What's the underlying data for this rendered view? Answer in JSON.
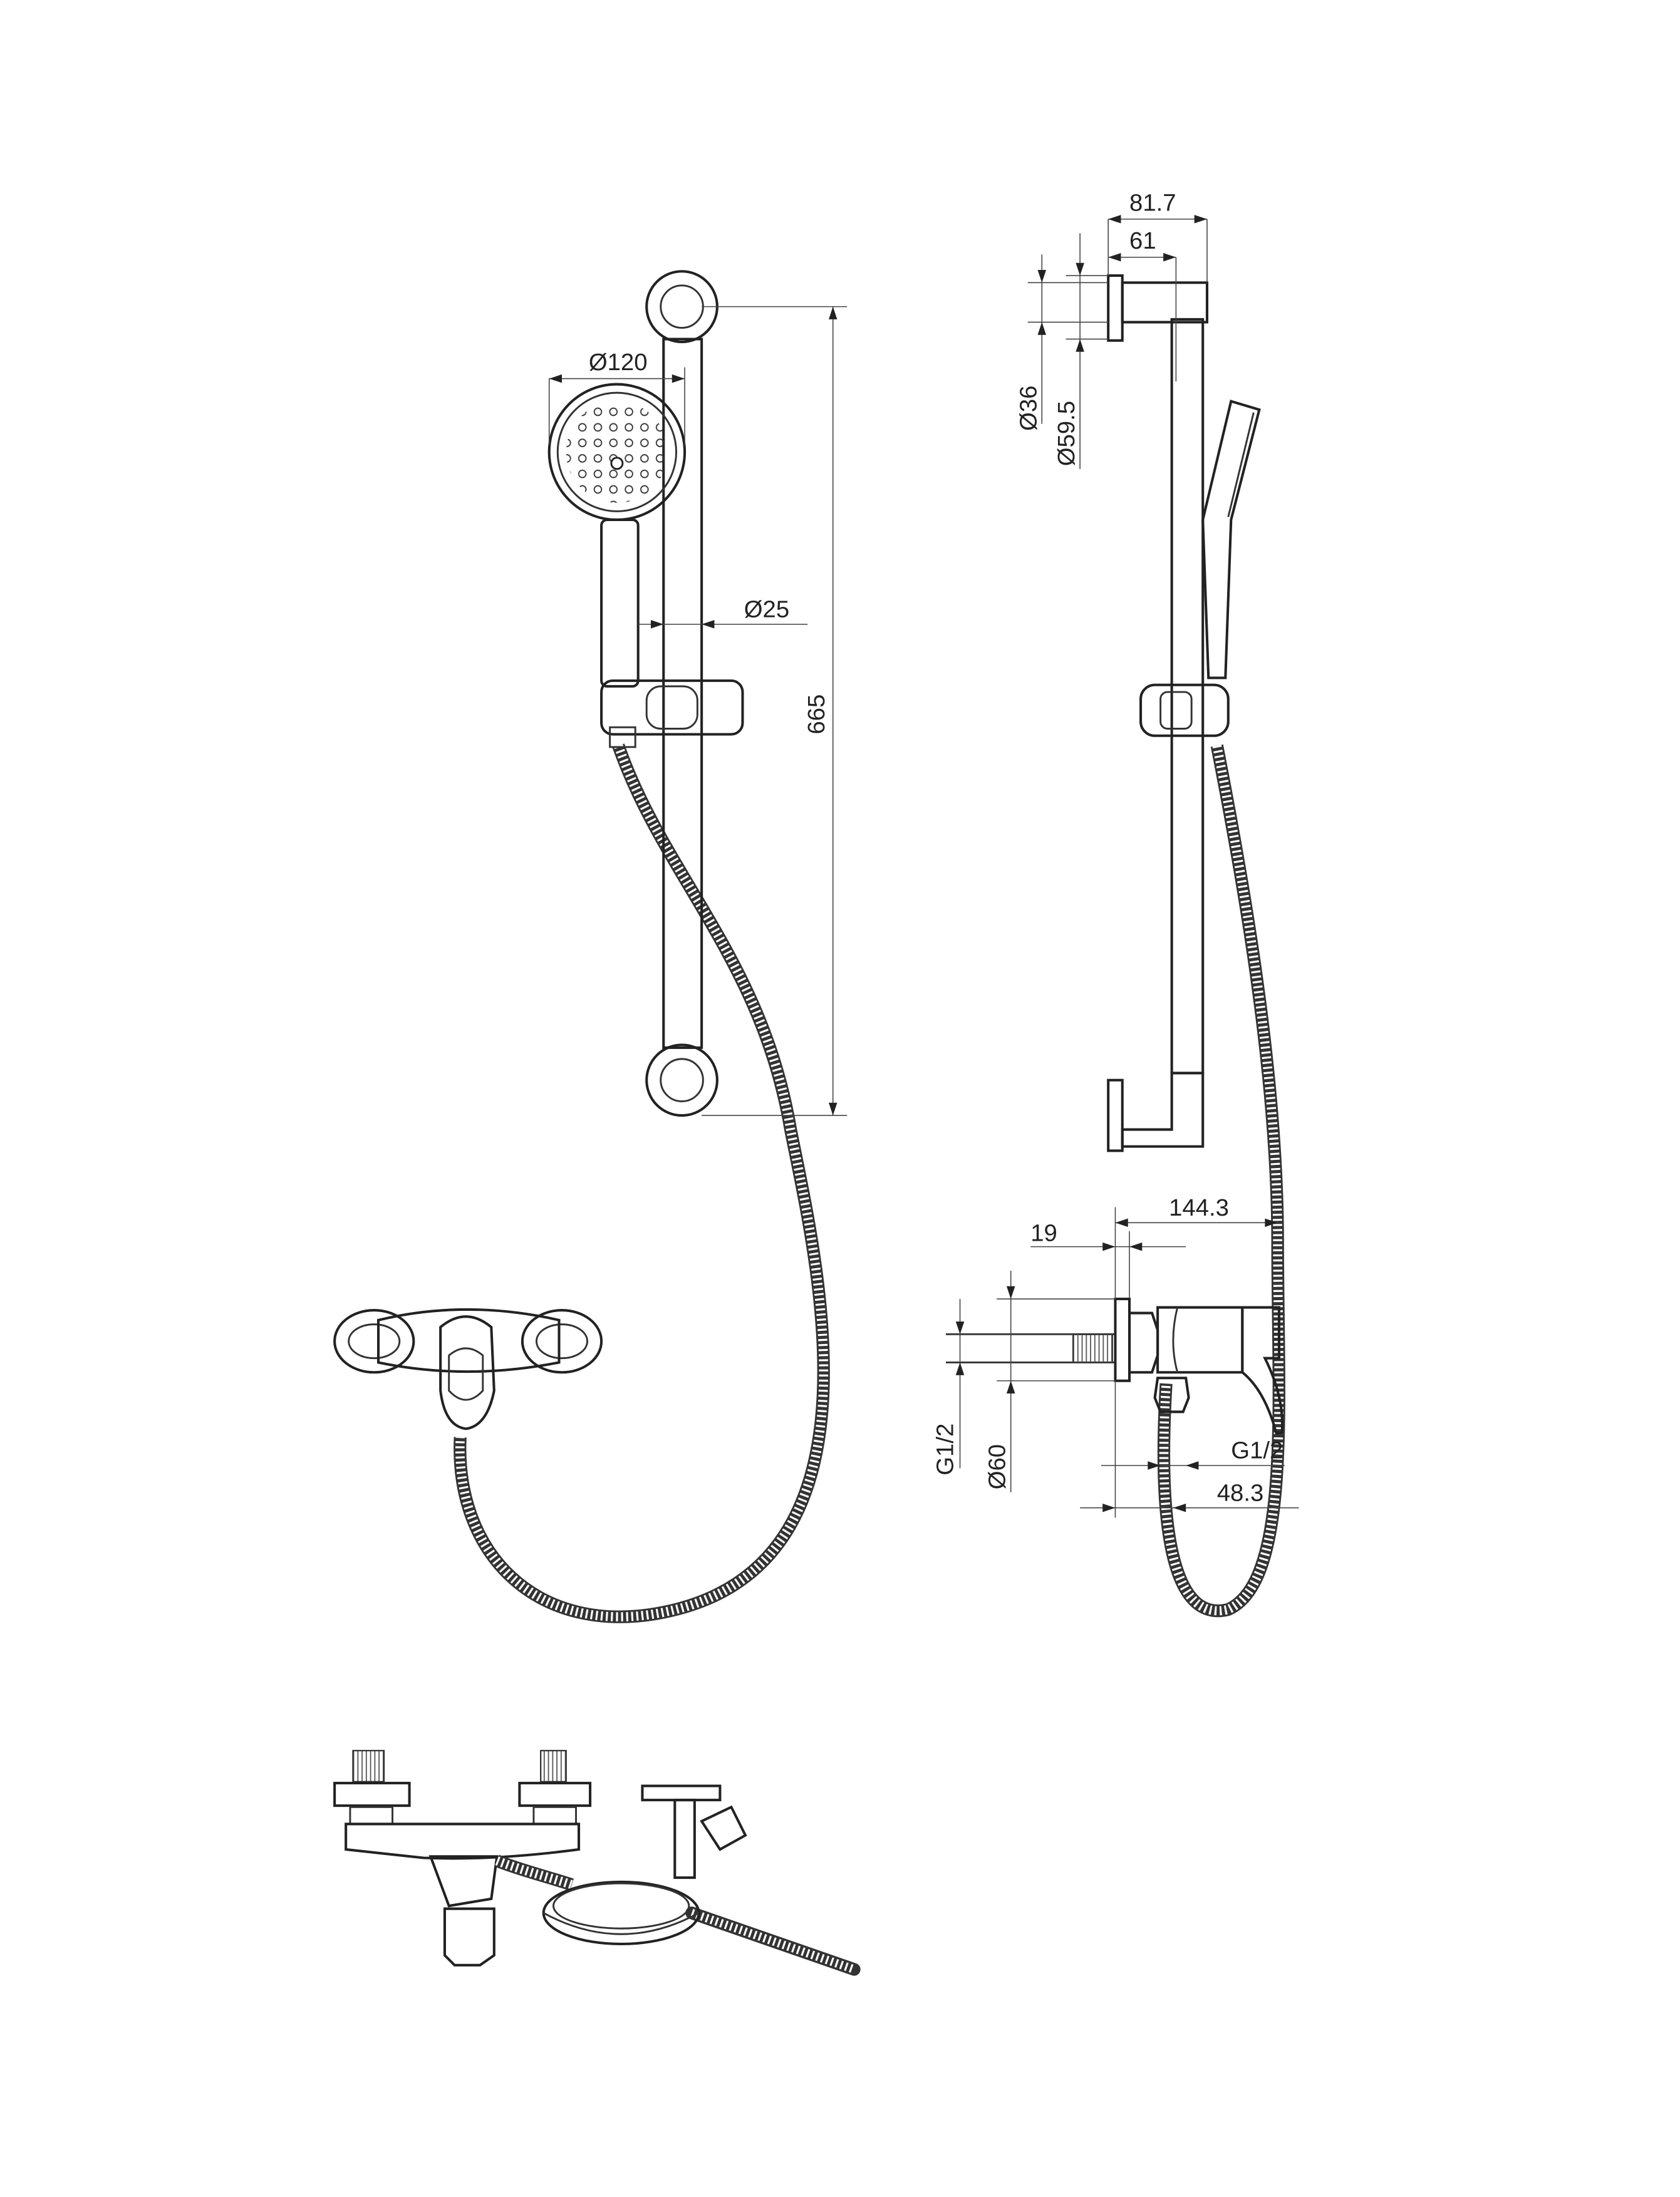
{
  "front_view": {
    "dims": {
      "head_diameter": "Ø120",
      "rail_diameter": "Ø25",
      "rail_length": "665"
    }
  },
  "side_view": {
    "dims": {
      "bracket_depth_total": "81.7",
      "bracket_depth": "61",
      "bracket_diameter": "Ø36",
      "flange_diameter": "Ø59.5"
    }
  },
  "mixer_side_view": {
    "dims": {
      "projection": "144.3",
      "flange_depth": "19",
      "inlet_thread": "G1/2",
      "flange_diameter": "Ø60",
      "outlet_thread": "G1/2",
      "outlet_offset": "48.3"
    }
  }
}
